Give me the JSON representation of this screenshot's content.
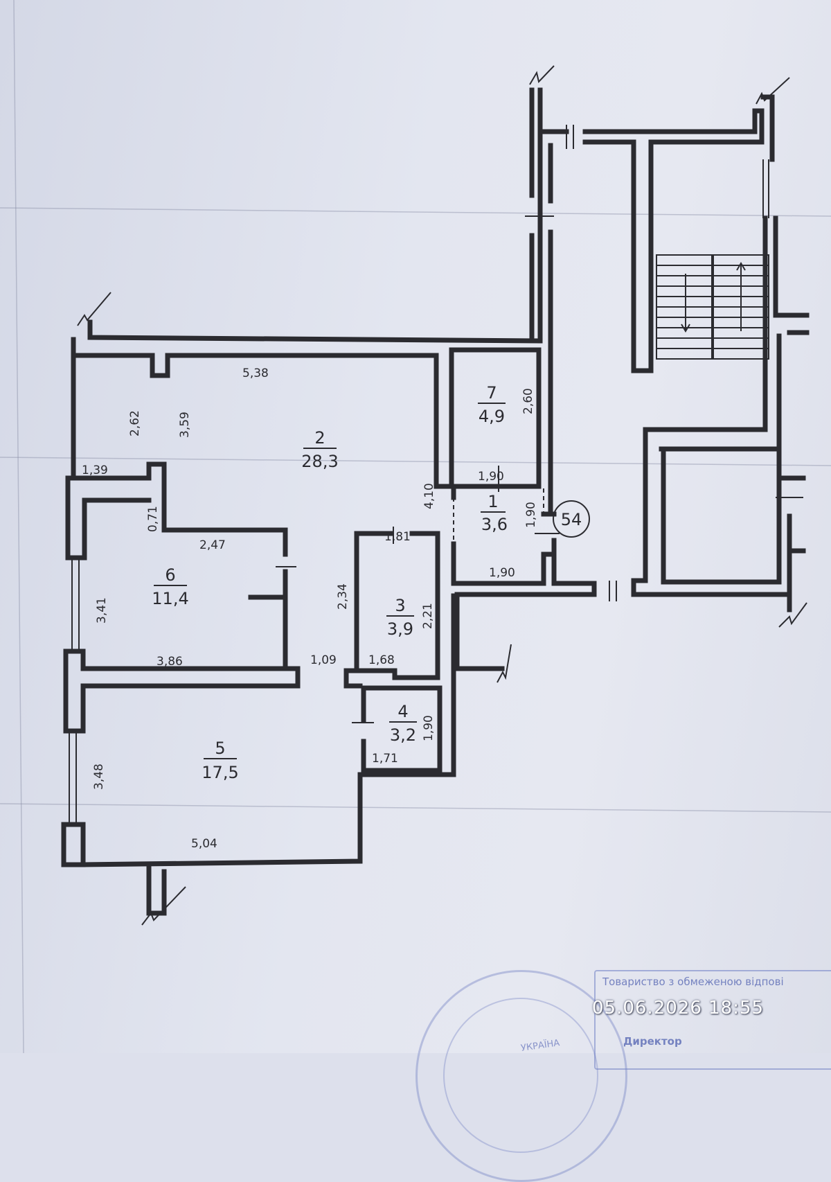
{
  "plan": {
    "apartment_label": "54",
    "rooms": [
      {
        "number": "1",
        "area": "3,6"
      },
      {
        "number": "2",
        "area": "28,3"
      },
      {
        "number": "3",
        "area": "3,9"
      },
      {
        "number": "4",
        "area": "3,2"
      },
      {
        "number": "5",
        "area": "17,5"
      },
      {
        "number": "6",
        "area": "11,4"
      },
      {
        "number": "7",
        "area": "4,9"
      }
    ],
    "dimensions": {
      "d538": "5,38",
      "d262": "2,62",
      "d359": "3,59",
      "d139": "1,39",
      "d071": "0,71",
      "d247": "2,47",
      "d341": "3,41",
      "d386": "3,86",
      "d410": "4,10",
      "d260": "2,60",
      "d190a": "1,90",
      "d190b": "1,90",
      "d190c": "1,90",
      "d181": "1,81",
      "d234": "2,34",
      "d221": "2,21",
      "d168": "1,68",
      "d109": "1,09",
      "d190d": "1,90",
      "d171": "1,71",
      "d348": "3,48",
      "d504": "5,04"
    }
  },
  "stamp": {
    "timestamp": "05.06.2026  18:55",
    "line1": "Товариство з обмеженою відпові",
    "line2": "Директор",
    "seal_word": "УКРАЇНА"
  }
}
